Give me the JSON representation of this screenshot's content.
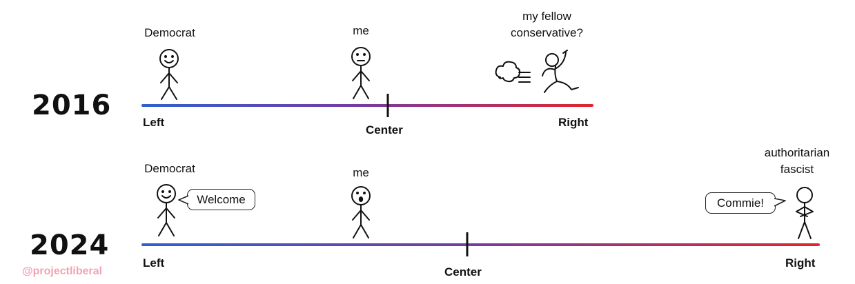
{
  "colors": {
    "left": "#2f5fd0",
    "middle": "#7a3aa0",
    "right": "#e0262e",
    "watermark": "#f2a3b3"
  },
  "row2016": {
    "year": "2016",
    "axis": {
      "left_label": "Left",
      "center_label": "Center",
      "right_label": "Right"
    },
    "figures": [
      {
        "caption": "Democrat",
        "expression": "smiling"
      },
      {
        "caption": "me",
        "expression": "neutral"
      },
      {
        "caption_lines": [
          "my fellow",
          "conservative?"
        ],
        "pose": "running-away"
      }
    ]
  },
  "row2024": {
    "year": "2024",
    "axis": {
      "left_label": "Left",
      "center_label": "Center",
      "right_label": "Right"
    },
    "figures": [
      {
        "caption": "Democrat",
        "expression": "smiling",
        "speech": "Welcome"
      },
      {
        "caption": "me",
        "expression": "shocked"
      },
      {
        "caption_lines": [
          "authoritarian",
          "fascist"
        ],
        "pose": "arms-crossed",
        "speech": "Commie!"
      }
    ]
  },
  "watermark": "@projectliberal"
}
